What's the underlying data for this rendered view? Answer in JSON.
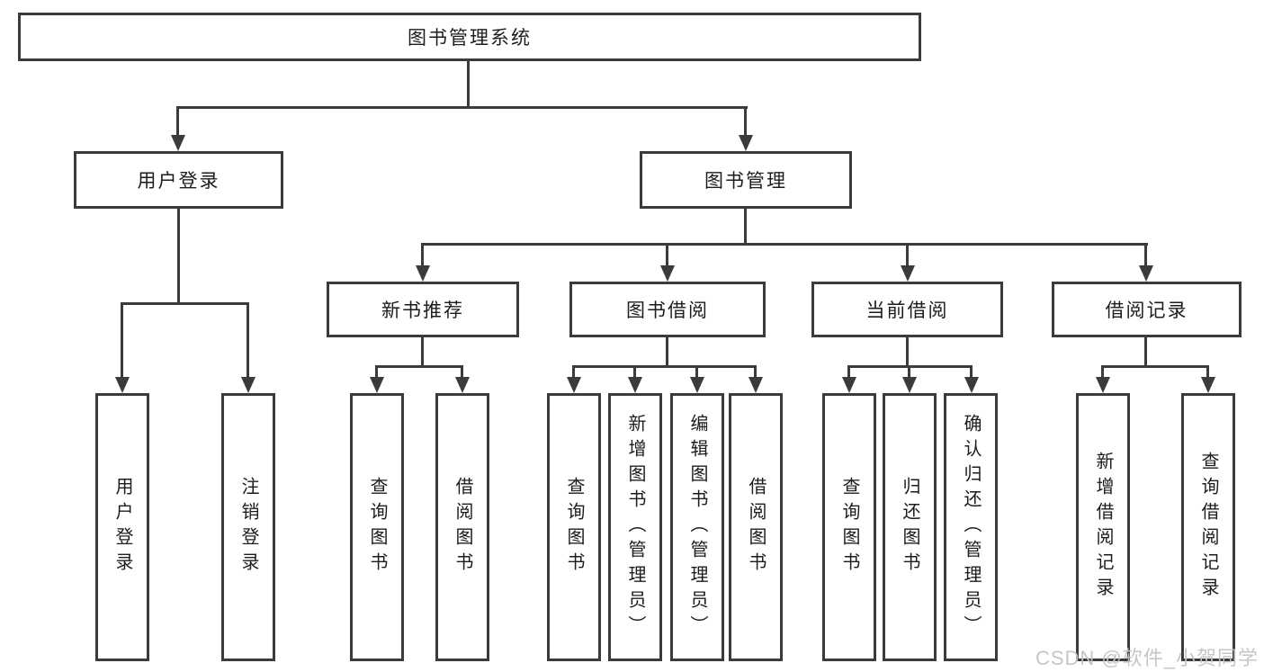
{
  "diagram": {
    "root": {
      "label": "图书管理系统"
    },
    "branches": {
      "user_login": {
        "label": "用户登录",
        "children": [
          {
            "label": "用户登录"
          },
          {
            "label": "注销登录"
          }
        ]
      },
      "book_mgmt": {
        "label": "图书管理",
        "sections": {
          "new_book": {
            "label": "新书推荐",
            "children": [
              {
                "label": "查询图书"
              },
              {
                "label": "借阅图书"
              }
            ]
          },
          "borrow": {
            "label": "图书借阅",
            "children": [
              {
                "label": "查询图书"
              },
              {
                "label": "新增图书（管理员）"
              },
              {
                "label": "编辑图书（管理员）"
              },
              {
                "label": "借阅图书"
              }
            ]
          },
          "current": {
            "label": "当前借阅",
            "children": [
              {
                "label": "查询图书"
              },
              {
                "label": "归还图书"
              },
              {
                "label": "确认归还（管理员）"
              }
            ]
          },
          "records": {
            "label": "借阅记录",
            "children": [
              {
                "label": "新增借阅记录"
              },
              {
                "label": "查询借阅记录"
              }
            ]
          }
        }
      }
    }
  },
  "watermark": {
    "text": "CSDN @软件_小贺同学"
  },
  "colors": {
    "line": "#3b3b3b",
    "border": "#3b3b3b",
    "text": "#1c1c1c",
    "watermark": "#c3c3c3",
    "background": "#ffffff"
  }
}
